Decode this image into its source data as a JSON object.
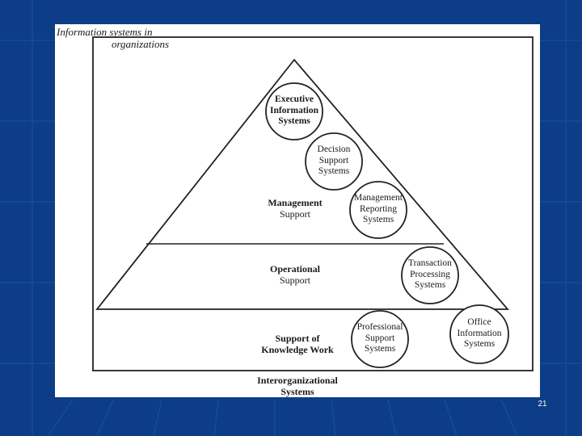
{
  "slide": {
    "number": "21"
  },
  "diagram": {
    "title_line1": "Information systems in",
    "title_line2": "organizations",
    "levels": {
      "management": {
        "line1": "Management",
        "line2": "Support"
      },
      "operational": {
        "line1": "Operational",
        "line2": "Support"
      },
      "knowledge": {
        "line1": "Support of",
        "line2": "Knowledge Work"
      },
      "interorganizational": {
        "line1": "Interorganizational",
        "line2": "Systems"
      }
    },
    "systems": {
      "eis": [
        "Executive",
        "Information",
        "Systems"
      ],
      "dss": [
        "Decision",
        "Support",
        "Systems"
      ],
      "mrs": [
        "Management",
        "Reporting",
        "Systems"
      ],
      "tps": [
        "Transaction",
        "Processing",
        "Systems"
      ],
      "pss": [
        "Professional",
        "Support",
        "Systems"
      ],
      "ois": [
        "Office",
        "Information",
        "Systems"
      ]
    }
  },
  "colors": {
    "slide_background": "#0c3d86",
    "figure_background": "#ffffff",
    "ink": "#1a1a1a"
  }
}
